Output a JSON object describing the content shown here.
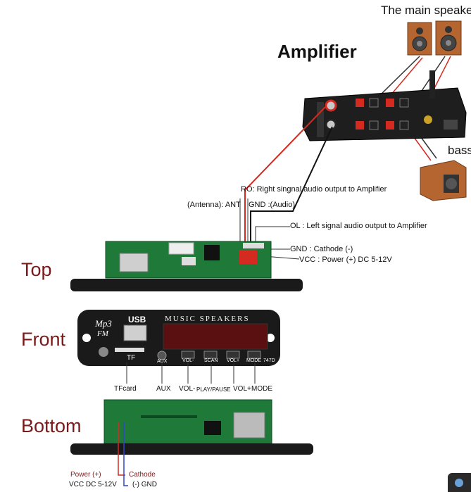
{
  "header": {
    "main_speaker": "The main speake",
    "amplifier": "Amplifier",
    "bass": "bass"
  },
  "sections": {
    "top": "Top",
    "front": "Front",
    "bottom": "Bottom"
  },
  "callouts": {
    "ro": "RO: Right singnal audio output to Amplifier",
    "ant": "(Antenna): ANT",
    "gnd_audio": "GND :(Audio)",
    "ol": "OL : Left signal audio output to Amplifier",
    "gnd_cathode": "GND : Cathode (-)",
    "vcc": "VCC : Power (+) DC 5-12V"
  },
  "front_panel": {
    "logo_line1": "Mp3",
    "logo_line2": "FM",
    "usb": "USB",
    "display_text": "MUSIC SPEAKERS",
    "tf": "TF",
    "aux": "AUX",
    "vol_minus": "VOL-",
    "scan": "SCAN",
    "vol_plus": "VOL+",
    "mode": "MODE",
    "model": "747D"
  },
  "front_labels": {
    "tfcard": "TFcard",
    "aux": "AUX",
    "vol_minus": "VOL-",
    "play_pause": "PLAY/PAUSE",
    "vol_plus": "VOL+",
    "mode": "MODE"
  },
  "bottom_labels": {
    "power_line1": "Power (+)",
    "power_line2": "VCC DC 5-12V",
    "cathode_line1": "Cathode",
    "cathode_line2": "(-) GND"
  },
  "colors": {
    "section_label": "#7a1a1a",
    "red_wire": "#d42a20",
    "pcb_green": "#1f7a3a",
    "panel_black": "#1a1a1a"
  }
}
